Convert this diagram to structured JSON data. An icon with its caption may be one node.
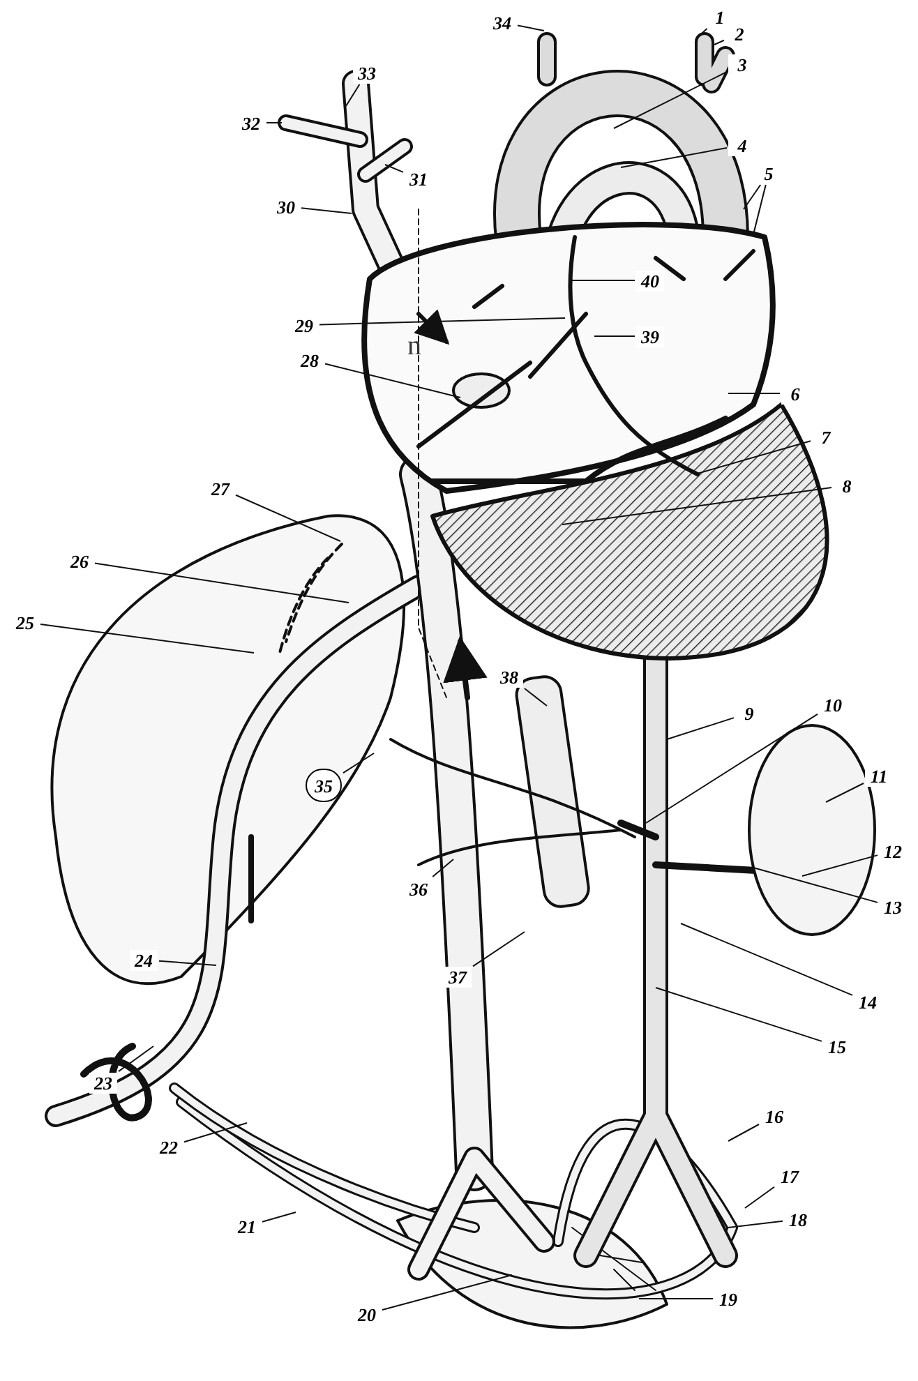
{
  "diagram": {
    "nodes": [
      {
        "text": [
          "1"
        ]
      },
      {
        "text": [
          "2"
        ]
      },
      {
        "text": [
          "3"
        ]
      },
      {
        "text": [
          "4"
        ]
      },
      {
        "text": [
          "5"
        ]
      },
      {
        "text": [
          "6"
        ]
      },
      {
        "text": [
          "7"
        ]
      },
      {
        "text": [
          "8"
        ]
      },
      {
        "text": [
          "9"
        ]
      },
      {
        "text": [
          "10"
        ]
      },
      {
        "text": [
          "11"
        ]
      },
      {
        "text": [
          "12"
        ]
      },
      {
        "text": [
          "13"
        ]
      },
      {
        "text": [
          "14"
        ]
      },
      {
        "text": [
          "15"
        ]
      },
      {
        "text": [
          "16"
        ]
      },
      {
        "text": [
          "17"
        ]
      },
      {
        "text": [
          "18"
        ]
      },
      {
        "text": [
          "19"
        ]
      },
      {
        "text": [
          "20"
        ]
      },
      {
        "text": [
          "21"
        ]
      },
      {
        "text": [
          "22"
        ]
      },
      {
        "text": [
          "23"
        ]
      },
      {
        "text": [
          "24"
        ]
      },
      {
        "text": [
          "25"
        ]
      },
      {
        "text": [
          "26"
        ]
      },
      {
        "text": [
          "27"
        ]
      },
      {
        "text": [
          "28"
        ]
      },
      {
        "text": [
          "29"
        ]
      },
      {
        "text": [
          "30"
        ]
      },
      {
        "text": [
          "31"
        ]
      },
      {
        "text": [
          "32"
        ]
      },
      {
        "text": [
          "33"
        ]
      },
      {
        "text": [
          "34"
        ]
      },
      {
        "text": [
          "35"
        ]
      },
      {
        "text": [
          "36"
        ]
      },
      {
        "text": [
          "37"
        ]
      },
      {
        "text": [
          "38"
        ]
      },
      {
        "text": [
          "39"
        ]
      },
      {
        "text": [
          "40"
        ]
      }
    ],
    "edges": [
      {
        "from": 0,
        "to": null,
        "arrow": "none"
      },
      {
        "from": 1,
        "to": null,
        "arrow": "none"
      },
      {
        "from": 2,
        "to": null,
        "arrow": "none"
      },
      {
        "from": 3,
        "to": null,
        "arrow": "none"
      },
      {
        "from": 4,
        "to": null,
        "arrow": "none"
      },
      {
        "from": 4,
        "to": null,
        "arrow": "none"
      },
      {
        "from": 5,
        "to": null,
        "arrow": "none"
      },
      {
        "from": 6,
        "to": null,
        "arrow": "none"
      },
      {
        "from": 7,
        "to": null,
        "arrow": "none"
      },
      {
        "from": 8,
        "to": null,
        "arrow": "none"
      },
      {
        "from": 9,
        "to": null,
        "arrow": "none"
      },
      {
        "from": 10,
        "to": null,
        "arrow": "none"
      },
      {
        "from": 11,
        "to": null,
        "arrow": "none"
      },
      {
        "from": 12,
        "to": null,
        "arrow": "none"
      },
      {
        "from": 13,
        "to": null,
        "arrow": "none"
      },
      {
        "from": 14,
        "to": null,
        "arrow": "none"
      },
      {
        "from": 15,
        "to": null,
        "arrow": "none"
      },
      {
        "from": 16,
        "to": null,
        "arrow": "none"
      },
      {
        "from": 17,
        "to": null,
        "arrow": "none"
      },
      {
        "from": 18,
        "to": null,
        "arrow": "none"
      },
      {
        "from": 19,
        "to": null,
        "arrow": "none"
      },
      {
        "from": 20,
        "to": null,
        "arrow": "none"
      },
      {
        "from": 21,
        "to": null,
        "arrow": "none"
      },
      {
        "from": 22,
        "to": null,
        "arrow": "none"
      },
      {
        "from": 23,
        "to": null,
        "arrow": "none"
      },
      {
        "from": 24,
        "to": null,
        "arrow": "none"
      },
      {
        "from": 25,
        "to": null,
        "arrow": "none"
      },
      {
        "from": 26,
        "to": null,
        "arrow": "none"
      },
      {
        "from": 27,
        "to": null,
        "arrow": "none"
      },
      {
        "from": 28,
        "to": null,
        "arrow": "none"
      },
      {
        "from": 29,
        "to": null,
        "arrow": "none"
      },
      {
        "from": 30,
        "to": null,
        "arrow": "none"
      },
      {
        "from": 31,
        "to": null,
        "arrow": "none"
      },
      {
        "from": 32,
        "to": null,
        "arrow": "none"
      },
      {
        "from": 33,
        "to": null,
        "arrow": "none"
      },
      {
        "from": 34,
        "to": null,
        "arrow": "none"
      },
      {
        "from": 35,
        "to": null,
        "arrow": "none"
      },
      {
        "from": 36,
        "to": null,
        "arrow": "none"
      },
      {
        "from": 37,
        "to": null,
        "arrow": "none"
      },
      {
        "from": 38,
        "to": null,
        "arrow": "none"
      },
      {
        "from": 39,
        "to": null,
        "arrow": "none"
      }
    ],
    "labels": [
      "n"
    ]
  }
}
